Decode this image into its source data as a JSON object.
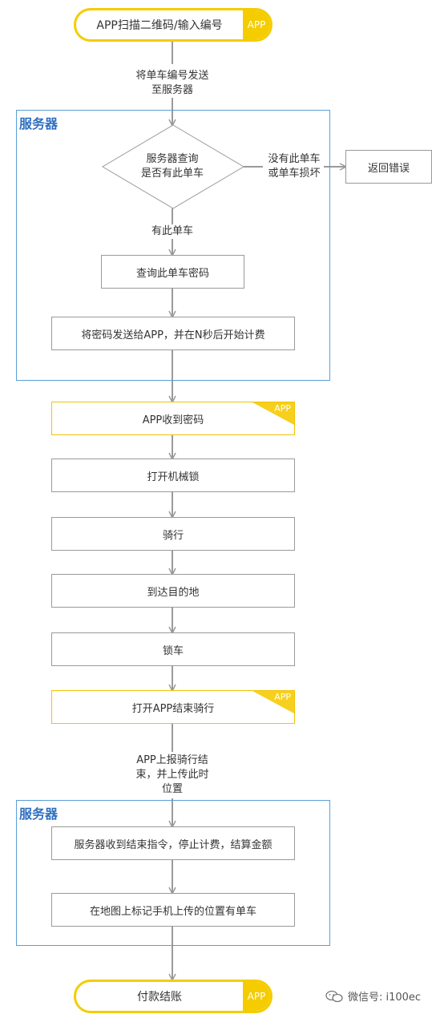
{
  "start_node": {
    "label": "APP扫描二维码/输入编号",
    "badge": "APP"
  },
  "edge_send_number": {
    "line1": "将单车编号发送",
    "line2": "至服务器"
  },
  "region_server_1": {
    "title": "服务器"
  },
  "decision_query": {
    "line1": "服务器查询",
    "line2": "是否有此单车"
  },
  "edge_no_bike": {
    "line1": "没有此单车",
    "line2": "或单车损坏"
  },
  "node_return_error": {
    "label": "返回错误"
  },
  "edge_has_bike": {
    "label": "有此单车"
  },
  "node_query_password": {
    "label": "查询此单车密码"
  },
  "node_send_password": {
    "label": "将密码发送给APP，并在N秒后开始计费"
  },
  "node_app_receive": {
    "label": "APP收到密码",
    "badge": "APP"
  },
  "node_open_lock": {
    "label": "打开机械锁"
  },
  "node_ride": {
    "label": "骑行"
  },
  "node_arrive": {
    "label": "到达目的地"
  },
  "node_lock": {
    "label": "锁车"
  },
  "node_app_end": {
    "label": "打开APP结束骑行",
    "badge": "APP"
  },
  "edge_report": {
    "line1": "APP上报骑行结",
    "line2": "束，并上传此时",
    "line3": "位置"
  },
  "region_server_2": {
    "title": "服务器"
  },
  "node_server_stop": {
    "label": "服务器收到结束指令，停止计费，结算金额"
  },
  "node_mark_map": {
    "label": "在地图上标记手机上传的位置有单车"
  },
  "end_node": {
    "label": "付款结账",
    "badge": "APP"
  },
  "watermark": {
    "icon": "wechat-icon",
    "text": "微信号: i100ec"
  },
  "colors": {
    "accent_yellow": "#f5cc00",
    "region_blue": "#5a9fd6",
    "title_blue": "#2e6fc0",
    "line_gray": "#9a9a9a"
  }
}
